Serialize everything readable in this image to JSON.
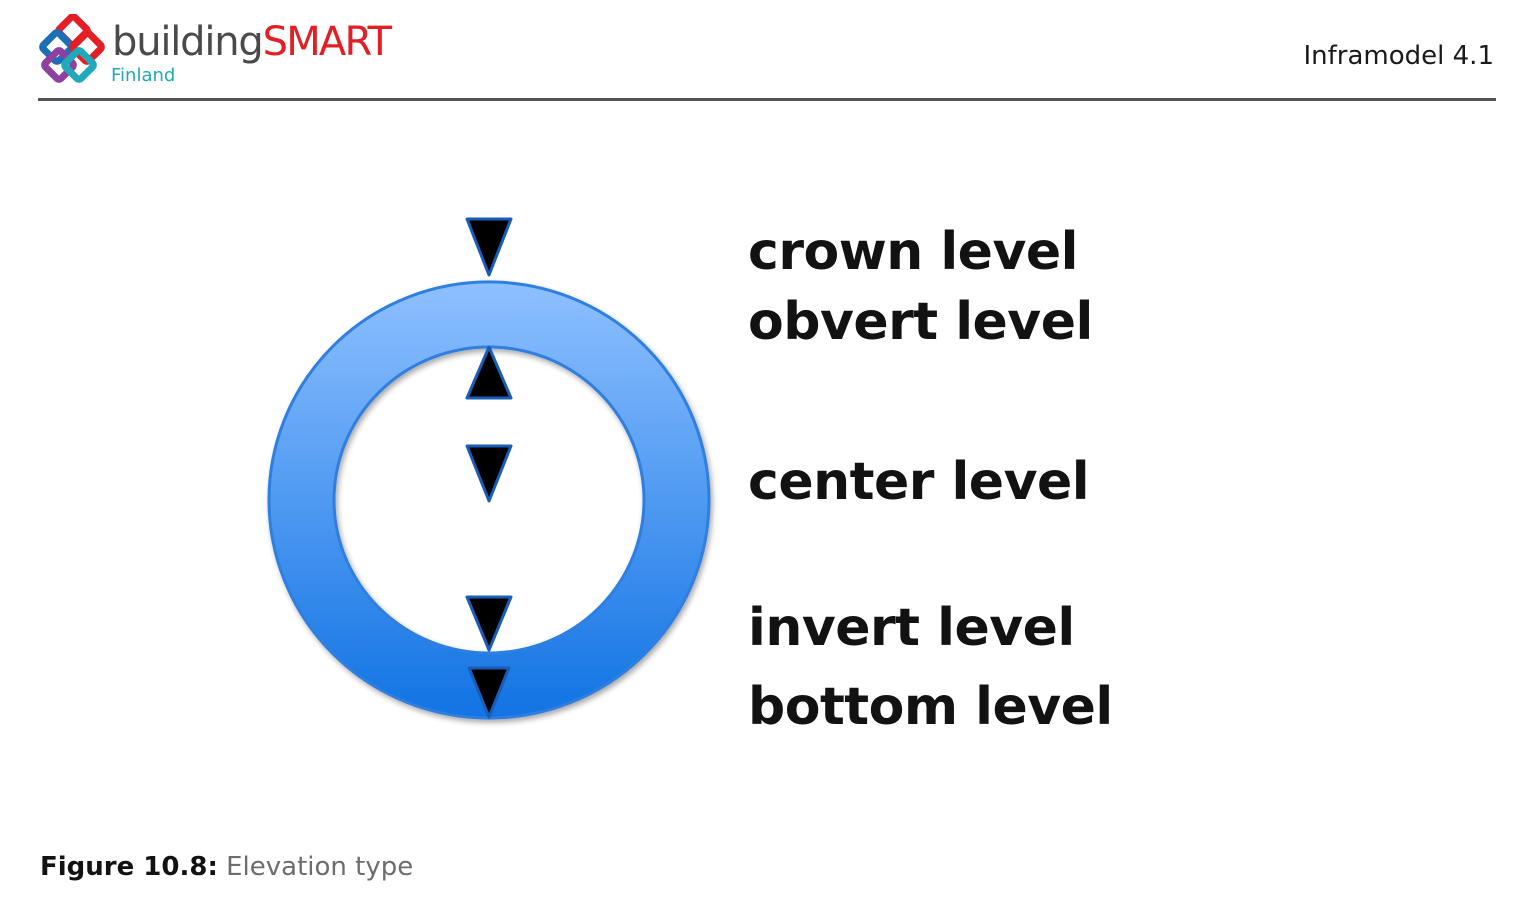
{
  "header": {
    "logo": {
      "word_part1": "building",
      "word_part2": "SMART",
      "subtitle": "Finland"
    },
    "doc_title": "Inframodel 4.1"
  },
  "figure": {
    "levels": [
      {
        "label": "crown level"
      },
      {
        "label": "obvert level"
      },
      {
        "label": "center level"
      },
      {
        "label": "invert level"
      },
      {
        "label": "bottom level"
      }
    ],
    "colors": {
      "ring_light": "#8ec0ff",
      "ring_dark": "#1173e3",
      "marker": "#000000",
      "marker_outline": "#1a5db8"
    }
  },
  "caption": {
    "number": "Figure 10.8:",
    "text": "Elevation type"
  }
}
